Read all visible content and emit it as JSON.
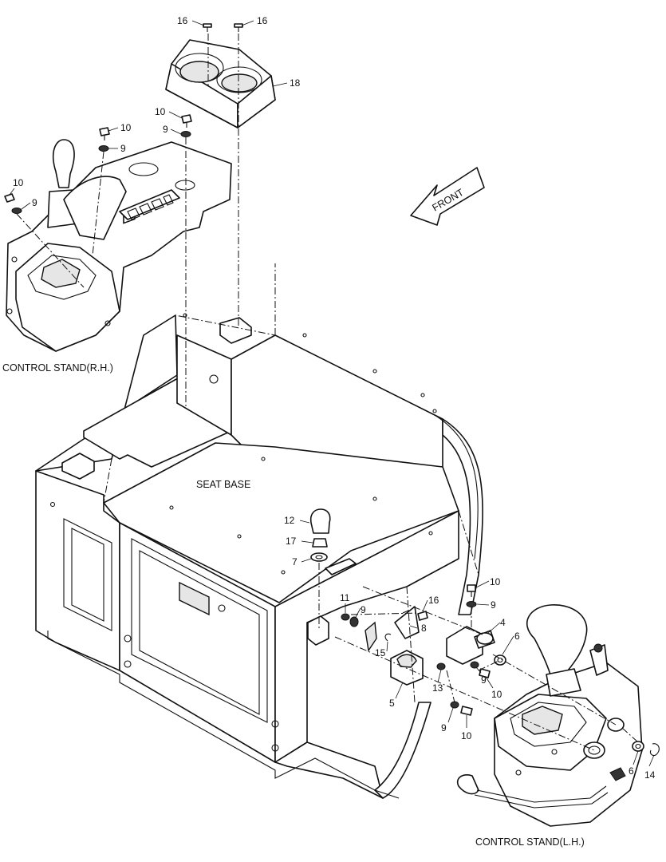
{
  "labels": {
    "control_stand_rh": "CONTROL STAND(R.H.)",
    "control_stand_lh": "CONTROL STAND(L.H.)",
    "seat_base": "SEAT BASE",
    "front": "FRONT"
  },
  "callouts": [
    {
      "id": "c16a",
      "text": "16"
    },
    {
      "id": "c16b",
      "text": "16"
    },
    {
      "id": "c18",
      "text": "18"
    },
    {
      "id": "c10a",
      "text": "10"
    },
    {
      "id": "c9a",
      "text": "9"
    },
    {
      "id": "c10b",
      "text": "10"
    },
    {
      "id": "c9b",
      "text": "9"
    },
    {
      "id": "c10c",
      "text": "10"
    },
    {
      "id": "c9c",
      "text": "9"
    },
    {
      "id": "c12",
      "text": "12"
    },
    {
      "id": "c17",
      "text": "17"
    },
    {
      "id": "c7",
      "text": "7"
    },
    {
      "id": "c11",
      "text": "11"
    },
    {
      "id": "c9d",
      "text": "9"
    },
    {
      "id": "c16c",
      "text": "16"
    },
    {
      "id": "c8",
      "text": "8"
    },
    {
      "id": "c15",
      "text": "15"
    },
    {
      "id": "c5",
      "text": "5"
    },
    {
      "id": "c13",
      "text": "13"
    },
    {
      "id": "c9e",
      "text": "9"
    },
    {
      "id": "c10d",
      "text": "10"
    },
    {
      "id": "c10e",
      "text": "10"
    },
    {
      "id": "c9f",
      "text": "9"
    },
    {
      "id": "c4",
      "text": "4"
    },
    {
      "id": "c6a",
      "text": "6"
    },
    {
      "id": "c9g",
      "text": "9"
    },
    {
      "id": "c10f",
      "text": "10"
    },
    {
      "id": "c6b",
      "text": "6"
    },
    {
      "id": "c14",
      "text": "14"
    }
  ]
}
